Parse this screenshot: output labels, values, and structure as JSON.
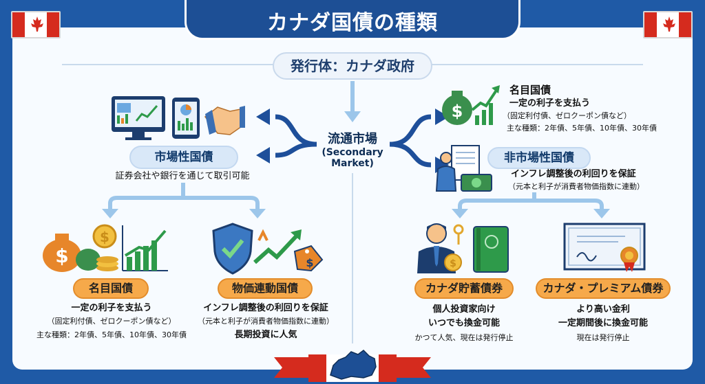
{
  "title": "カナダ国債の種類",
  "issuer": "発行体：カナダ政府",
  "center": {
    "line1": "流通市場",
    "line2": "(Secondary",
    "line3": "Market)"
  },
  "left": {
    "heading": "市場性国債",
    "desc": "証券会社や銀行を通じて取引可能",
    "nominal": {
      "label": "名目国債",
      "line1": "一定の利子を支払う",
      "line2": "（固定利付債、ゼロクーポン債など）",
      "line3": "主な種類：2年債、5年債、10年債、30年債"
    },
    "inflation": {
      "label": "物価連動国債",
      "line1": "インフレ調整後の利回りを保証",
      "line2": "（元本と利子が消費者物価指数に連動）",
      "line3": "長期投資に人気"
    }
  },
  "right": {
    "nominal": {
      "label": "名目国債",
      "line1": "一定の利子を支払う",
      "line2": "（固定利付債、ゼロクーポン債など）",
      "line3": "主な種類：2年債、5年債、10年債、30年債"
    },
    "nonmarket": {
      "heading": "非市場性国債",
      "line1": "インフレ調整後の利回りを保証",
      "line2": "（元本と利子が消費者物価指数に連動）"
    },
    "savings": {
      "label": "カナダ貯蓄債券",
      "line1": "個人投資家向け",
      "line2": "いつでも換金可能",
      "line3": "かつて人気、現在は発行停止"
    },
    "premium": {
      "label": "カナダ・プレミアム債券",
      "line1": "より高い金利",
      "line2": "一定期間後に換金可能",
      "line3": "現在は発行停止"
    }
  },
  "colors": {
    "navy": "#1d4f95",
    "accent_orange": "#f6a94a",
    "arrow_blue": "#1e4f9a",
    "light_blue": "#9cc6ea",
    "green": "#2e9a4a",
    "red": "#d52b1e"
  }
}
